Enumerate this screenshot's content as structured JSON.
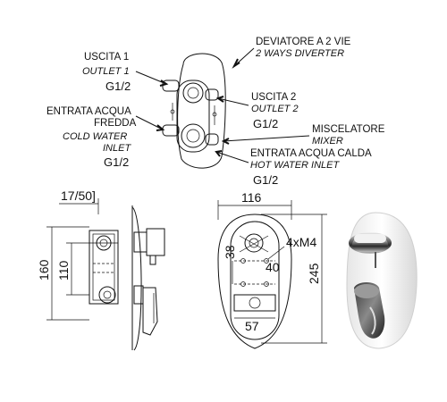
{
  "labels": {
    "diverter_it": "DEVIATORE A 2 VIE",
    "diverter_en": "2 WAYS DIVERTER",
    "outlet1_it": "USCITA 1",
    "outlet1_en": "OUTLET 1",
    "outlet1_size": "G1/2",
    "outlet2_it": "USCITA 2",
    "outlet2_en": "OUTLET 2",
    "outlet2_size": "G1/2",
    "cold_it_1": "ENTRATA ACQUA",
    "cold_it_2": "FREDDA",
    "cold_en_1": "COLD WATER",
    "cold_en_2": "INLET",
    "cold_size": "G1/2",
    "mixer_it": "MISCELATORE",
    "mixer_en": "MIXER",
    "hot_it": "ENTRATA ACQUA CALDA",
    "hot_en": "HOT WATER INLET",
    "hot_size": "G1/2"
  },
  "dimensions": {
    "side_depth": "17/50]",
    "side_height_outer": "160",
    "side_height_inner": "110",
    "front_width": "116",
    "front_height": "245",
    "screws": "4xM4",
    "screw_offset_v": "38",
    "screw_offset_h": "40",
    "bottom_width": "57"
  }
}
